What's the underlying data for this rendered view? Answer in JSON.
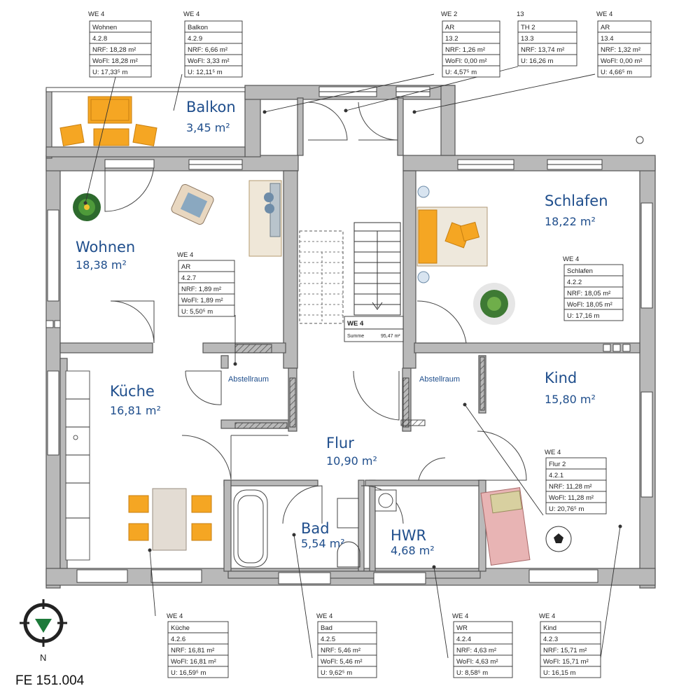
{
  "rooms": {
    "balkon": {
      "name": "Balkon",
      "area": "3,45 m²"
    },
    "wohnen": {
      "name": "Wohnen",
      "area": "18,38 m²"
    },
    "schlafen": {
      "name": "Schlafen",
      "area": "18,22 m²"
    },
    "kueche": {
      "name": "Küche",
      "area": "16,81 m²"
    },
    "kind": {
      "name": "Kind",
      "area": "15,80 m²"
    },
    "flur": {
      "name": "Flur",
      "area": "10,90 m²"
    },
    "bad": {
      "name": "Bad",
      "area": "5,54 m²"
    },
    "hwr": {
      "name": "HWR",
      "area": "4,68 m²"
    },
    "abstell_left": "Abstellraum",
    "abstell_right": "Abstellraum"
  },
  "tags": [
    {
      "top": "WE 4",
      "name": "Wohnen",
      "code": "4.2.8",
      "nrf": "NRF:  18,28 m²",
      "wofl": "WoFl: 18,28 m²",
      "u": "U:     17,33⁵ m"
    },
    {
      "top": "WE 4",
      "name": "Balkon",
      "code": "4.2.9",
      "nrf": "NRF:  6,66 m²",
      "wofl": "WoFl: 3,33 m²",
      "u": "U:     12,11⁵ m"
    },
    {
      "top": "WE 2",
      "name": "AR",
      "code": "13.2",
      "nrf": "NRF:  1,26 m²",
      "wofl": "WoFl: 0,00 m²",
      "u": "U:       4,57⁵ m"
    },
    {
      "top": "13",
      "name": "TH 2",
      "code": "13.3",
      "nrf": "NRF: 13,74 m²",
      "wofl": "",
      "u": "U:      16,26 m"
    },
    {
      "top": "WE 4",
      "name": "AR",
      "code": "13.4",
      "nrf": "NRF:  1,32 m²",
      "wofl": "WoFl: 0,00 m²",
      "u": "U:       4,66⁵ m"
    },
    {
      "top": "WE 4",
      "name": "AR",
      "code": "4.2.7",
      "nrf": "NRF:  1,89 m²",
      "wofl": "WoFl: 1,89 m²",
      "u": "U:     5,50⁵ m"
    },
    {
      "top": "WE 4",
      "name": "Schlafen",
      "code": "4.2.2",
      "nrf": "NRF:  18,05 m²",
      "wofl": "WoFl: 18,05 m²",
      "u": "U:     17,16 m"
    },
    {
      "top": "WE 4",
      "name": "Flur 2",
      "code": "4.2.1",
      "nrf": "NRF:  11,28 m²",
      "wofl": "WoFl: 11,28 m²",
      "u": "U:     20,76⁵ m"
    },
    {
      "top": "WE 4",
      "name": "Küche",
      "code": "4.2.6",
      "nrf": "NRF:  16,81 m²",
      "wofl": "WoFl: 16,81 m²",
      "u": "U:     16,59⁵ m"
    },
    {
      "top": "WE 4",
      "name": "Bad",
      "code": "4.2.5",
      "nrf": "NRF:  5,46 m²",
      "wofl": "WoFl: 5,46 m²",
      "u": "U:     9,62⁵ m"
    },
    {
      "top": "WE 4",
      "name": "WR",
      "code": "4.2.4",
      "nrf": "NRF:  4,63 m²",
      "wofl": "WoFl: 4,63 m²",
      "u": "U:     8,58⁵ m"
    },
    {
      "top": "WE 4",
      "name": "Kind",
      "code": "4.2.3",
      "nrf": "NRF:  15,71 m²",
      "wofl": "WoFl: 15,71 m²",
      "u": "U:     16,15 m"
    }
  ],
  "summary": {
    "title": "WE 4",
    "label": "Summe",
    "value": "95,47 m²"
  },
  "north": "N",
  "doc_number": "FE 151.004",
  "colors": {
    "room_text": "#1f4e8c",
    "wall": "#b9b9b9",
    "furniture": "#f5a623",
    "bed": "#e8b4b4"
  }
}
